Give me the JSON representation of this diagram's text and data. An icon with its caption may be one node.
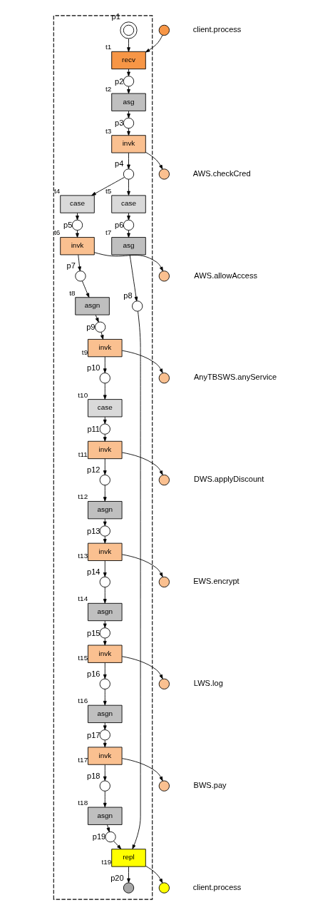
{
  "diagram": {
    "nodes": [
      {
        "text": [],
        "shape": "box"
      },
      {
        "text": [],
        "shape": "circle",
        "beside": [
          "p1"
        ],
        "in": 0
      },
      {
        "text": [],
        "shape": "circle",
        "beside": [
          "client.process"
        ]
      },
      {
        "text": [
          "recv"
        ],
        "beside": [
          "t1"
        ],
        "in": 0
      },
      {
        "text": [],
        "shape": "circle",
        "beside": [
          "p2"
        ],
        "in": 0
      },
      {
        "text": [
          "asg"
        ],
        "beside": [
          "t2"
        ],
        "in": 0
      },
      {
        "text": [],
        "shape": "circle",
        "beside": [
          "p3"
        ],
        "in": 0
      },
      {
        "text": [
          "invk"
        ],
        "beside": [
          "t3"
        ],
        "in": 0
      },
      {
        "text": [],
        "shape": "circle",
        "beside": [
          "AWS.checkCred"
        ]
      },
      {
        "text": [],
        "shape": "circle",
        "beside": [
          "p4"
        ],
        "in": 0
      },
      {
        "text": [
          "case"
        ],
        "beside": [
          "t4"
        ],
        "in": 0
      },
      {
        "text": [
          "case"
        ],
        "beside": [
          "t5"
        ],
        "in": 0
      },
      {
        "text": [],
        "shape": "circle",
        "beside": [
          "p5"
        ],
        "in": 0
      },
      {
        "text": [],
        "shape": "circle",
        "beside": [
          "p6"
        ],
        "in": 0
      },
      {
        "text": [
          "invk"
        ],
        "beside": [
          "t6"
        ],
        "in": 0
      },
      {
        "text": [
          "asg"
        ],
        "beside": [
          "t7"
        ],
        "in": 0
      },
      {
        "text": [],
        "shape": "circle",
        "beside": [
          "AWS.allowAccess"
        ]
      },
      {
        "text": [],
        "shape": "circle",
        "beside": [
          "p7"
        ],
        "in": 0
      },
      {
        "text": [],
        "shape": "circle",
        "beside": [
          "p8"
        ],
        "in": 0
      },
      {
        "text": [
          "asgn"
        ],
        "beside": [
          "t8"
        ],
        "in": 0
      },
      {
        "text": [],
        "shape": "circle",
        "beside": [
          "p9"
        ],
        "in": 0
      },
      {
        "text": [
          "invk"
        ],
        "beside": [
          "t9"
        ],
        "in": 0
      },
      {
        "text": [],
        "shape": "circle",
        "beside": [
          "AnyTBSWS.anyService"
        ]
      },
      {
        "text": [],
        "shape": "circle",
        "beside": [
          "p10"
        ],
        "in": 0
      },
      {
        "text": [
          "case"
        ],
        "beside": [
          "t10"
        ],
        "in": 0
      },
      {
        "text": [],
        "shape": "circle",
        "beside": [
          "p11"
        ],
        "in": 0
      },
      {
        "text": [
          "invk"
        ],
        "beside": [
          "t11"
        ],
        "in": 0
      },
      {
        "text": [],
        "shape": "circle",
        "beside": [
          "DWS.applyDiscount"
        ]
      },
      {
        "text": [],
        "shape": "circle",
        "beside": [
          "p12"
        ],
        "in": 0
      },
      {
        "text": [
          "asgn"
        ],
        "beside": [
          "t12"
        ],
        "in": 0
      },
      {
        "text": [],
        "shape": "circle",
        "beside": [
          "p13"
        ],
        "in": 0
      },
      {
        "text": [
          "invk"
        ],
        "beside": [
          "t13"
        ],
        "in": 0
      },
      {
        "text": [],
        "shape": "circle",
        "beside": [
          "EWS.encrypt"
        ]
      },
      {
        "text": [],
        "shape": "circle",
        "beside": [
          "p14"
        ],
        "in": 0
      },
      {
        "text": [
          "asgn"
        ],
        "beside": [
          "t14"
        ],
        "in": 0
      },
      {
        "text": [],
        "shape": "circle",
        "beside": [
          "p15"
        ],
        "in": 0
      },
      {
        "text": [
          "invk"
        ],
        "beside": [
          "t15"
        ],
        "in": 0
      },
      {
        "text": [],
        "shape": "circle",
        "beside": [
          "LWS.log"
        ]
      },
      {
        "text": [],
        "shape": "circle",
        "beside": [
          "p16"
        ],
        "in": 0
      },
      {
        "text": [
          "asgn"
        ],
        "beside": [
          "t16"
        ],
        "in": 0
      },
      {
        "text": [],
        "shape": "circle",
        "beside": [
          "p17"
        ],
        "in": 0
      },
      {
        "text": [
          "invk"
        ],
        "beside": [
          "t17"
        ],
        "in": 0
      },
      {
        "text": [],
        "shape": "circle",
        "beside": [
          "BWS.pay"
        ]
      },
      {
        "text": [],
        "shape": "circle",
        "beside": [
          "p18"
        ],
        "in": 0
      },
      {
        "text": [
          "asgn"
        ],
        "beside": [
          "t18"
        ],
        "in": 0
      },
      {
        "text": [],
        "shape": "circle",
        "beside": [
          "p19"
        ],
        "in": 0
      },
      {
        "text": [
          "repl"
        ],
        "beside": [
          "t19"
        ],
        "in": 0
      },
      {
        "text": [],
        "shape": "circle",
        "beside": [
          "p20"
        ],
        "in": 0
      },
      {
        "text": [],
        "shape": "circle",
        "beside": [
          "client.process"
        ]
      }
    ],
    "edges": [
      {
        "from": 1,
        "to": 3,
        "arrow": "to"
      },
      {
        "from": 2,
        "to": 3,
        "arrow": "to"
      },
      {
        "from": 3,
        "to": 4,
        "arrow": "to"
      },
      {
        "from": 4,
        "to": 5,
        "arrow": "to"
      },
      {
        "from": 5,
        "to": 6,
        "arrow": "to"
      },
      {
        "from": 6,
        "to": 7,
        "arrow": "to"
      },
      {
        "from": 7,
        "to": 8,
        "arrow": "to"
      },
      {
        "from": 7,
        "to": 9,
        "arrow": "to"
      },
      {
        "from": 9,
        "to": 10,
        "arrow": "to"
      },
      {
        "from": 9,
        "to": 11,
        "arrow": "to"
      },
      {
        "from": 10,
        "to": 12,
        "arrow": "to"
      },
      {
        "from": 11,
        "to": 13,
        "arrow": "to"
      },
      {
        "from": 12,
        "to": 14,
        "arrow": "to"
      },
      {
        "from": 13,
        "to": 15,
        "arrow": "to"
      },
      {
        "from": 14,
        "to": 16,
        "arrow": "to"
      },
      {
        "from": 14,
        "to": 17,
        "arrow": "to"
      },
      {
        "from": 15,
        "to": 18,
        "arrow": "to"
      },
      {
        "from": 17,
        "to": 19,
        "arrow": "to"
      },
      {
        "from": 19,
        "to": 20,
        "arrow": "to"
      },
      {
        "from": 20,
        "to": 21,
        "arrow": "to"
      },
      {
        "from": 21,
        "to": 22,
        "arrow": "to"
      },
      {
        "from": 21,
        "to": 23,
        "arrow": "to"
      },
      {
        "from": 23,
        "to": 24,
        "arrow": "to"
      },
      {
        "from": 24,
        "to": 25,
        "arrow": "to"
      },
      {
        "from": 25,
        "to": 26,
        "arrow": "to"
      },
      {
        "from": 26,
        "to": 27,
        "arrow": "to"
      },
      {
        "from": 26,
        "to": 28,
        "arrow": "to"
      },
      {
        "from": 28,
        "to": 29,
        "arrow": "to"
      },
      {
        "from": 29,
        "to": 30,
        "arrow": "to"
      },
      {
        "from": 30,
        "to": 31,
        "arrow": "to"
      },
      {
        "from": 31,
        "to": 32,
        "arrow": "to"
      },
      {
        "from": 31,
        "to": 33,
        "arrow": "to"
      },
      {
        "from": 33,
        "to": 34,
        "arrow": "to"
      },
      {
        "from": 34,
        "to": 35,
        "arrow": "to"
      },
      {
        "from": 35,
        "to": 36,
        "arrow": "to"
      },
      {
        "from": 36,
        "to": 37,
        "arrow": "to"
      },
      {
        "from": 36,
        "to": 38,
        "arrow": "to"
      },
      {
        "from": 38,
        "to": 39,
        "arrow": "to"
      },
      {
        "from": 39,
        "to": 40,
        "arrow": "to"
      },
      {
        "from": 40,
        "to": 41,
        "arrow": "to"
      },
      {
        "from": 41,
        "to": 42,
        "arrow": "to"
      },
      {
        "from": 41,
        "to": 43,
        "arrow": "to"
      },
      {
        "from": 43,
        "to": 44,
        "arrow": "to"
      },
      {
        "from": 44,
        "to": 45,
        "arrow": "to"
      },
      {
        "from": 45,
        "to": 46,
        "arrow": "to"
      },
      {
        "from": 18,
        "to": 46,
        "arrow": "to"
      },
      {
        "from": 46,
        "to": 47,
        "arrow": "to"
      },
      {
        "from": 46,
        "to": 48,
        "arrow": "to"
      }
    ]
  }
}
